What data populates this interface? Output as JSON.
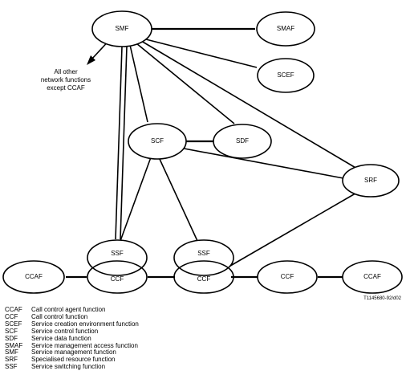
{
  "nodes": {
    "smf": "SMF",
    "smaf": "SMAF",
    "scef": "SCEF",
    "scf": "SCF",
    "sdf": "SDF",
    "srf": "SRF",
    "ssf_left": "SSF",
    "ssf_right": "SSF",
    "ccaf_left": "CCAF",
    "ccf_1": "CCF",
    "ccf_2": "CCF",
    "ccf_3": "CCF",
    "ccaf_right": "CCAF"
  },
  "annotation": {
    "line1": "All other",
    "line2": "network functions",
    "line3": "except CCAF"
  },
  "figure_ref": "T1145680-92/d02",
  "legend": [
    {
      "abbr": "CCAF",
      "text": "Call control agent function"
    },
    {
      "abbr": "CCF",
      "text": "Call control function"
    },
    {
      "abbr": "SCEF",
      "text": "Service creation environment function"
    },
    {
      "abbr": "SCF",
      "text": "Service control function"
    },
    {
      "abbr": "SDF",
      "text": "Service data function"
    },
    {
      "abbr": "SMAF",
      "text": "Service management access function"
    },
    {
      "abbr": "SMF",
      "text": "Service management function"
    },
    {
      "abbr": "SRF",
      "text": "Specialised resource function"
    },
    {
      "abbr": "SSF",
      "text": "Service switching function"
    }
  ]
}
